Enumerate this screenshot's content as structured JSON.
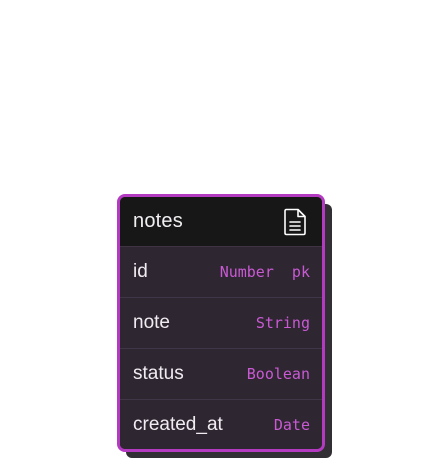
{
  "table": {
    "name": "notes",
    "icon": "document-icon",
    "accent_color": "#b53ac2",
    "fields": [
      {
        "name": "id",
        "type": "Number  pk"
      },
      {
        "name": "note",
        "type": "String"
      },
      {
        "name": "status",
        "type": "Boolean"
      },
      {
        "name": "created_at",
        "type": "Date"
      }
    ]
  }
}
